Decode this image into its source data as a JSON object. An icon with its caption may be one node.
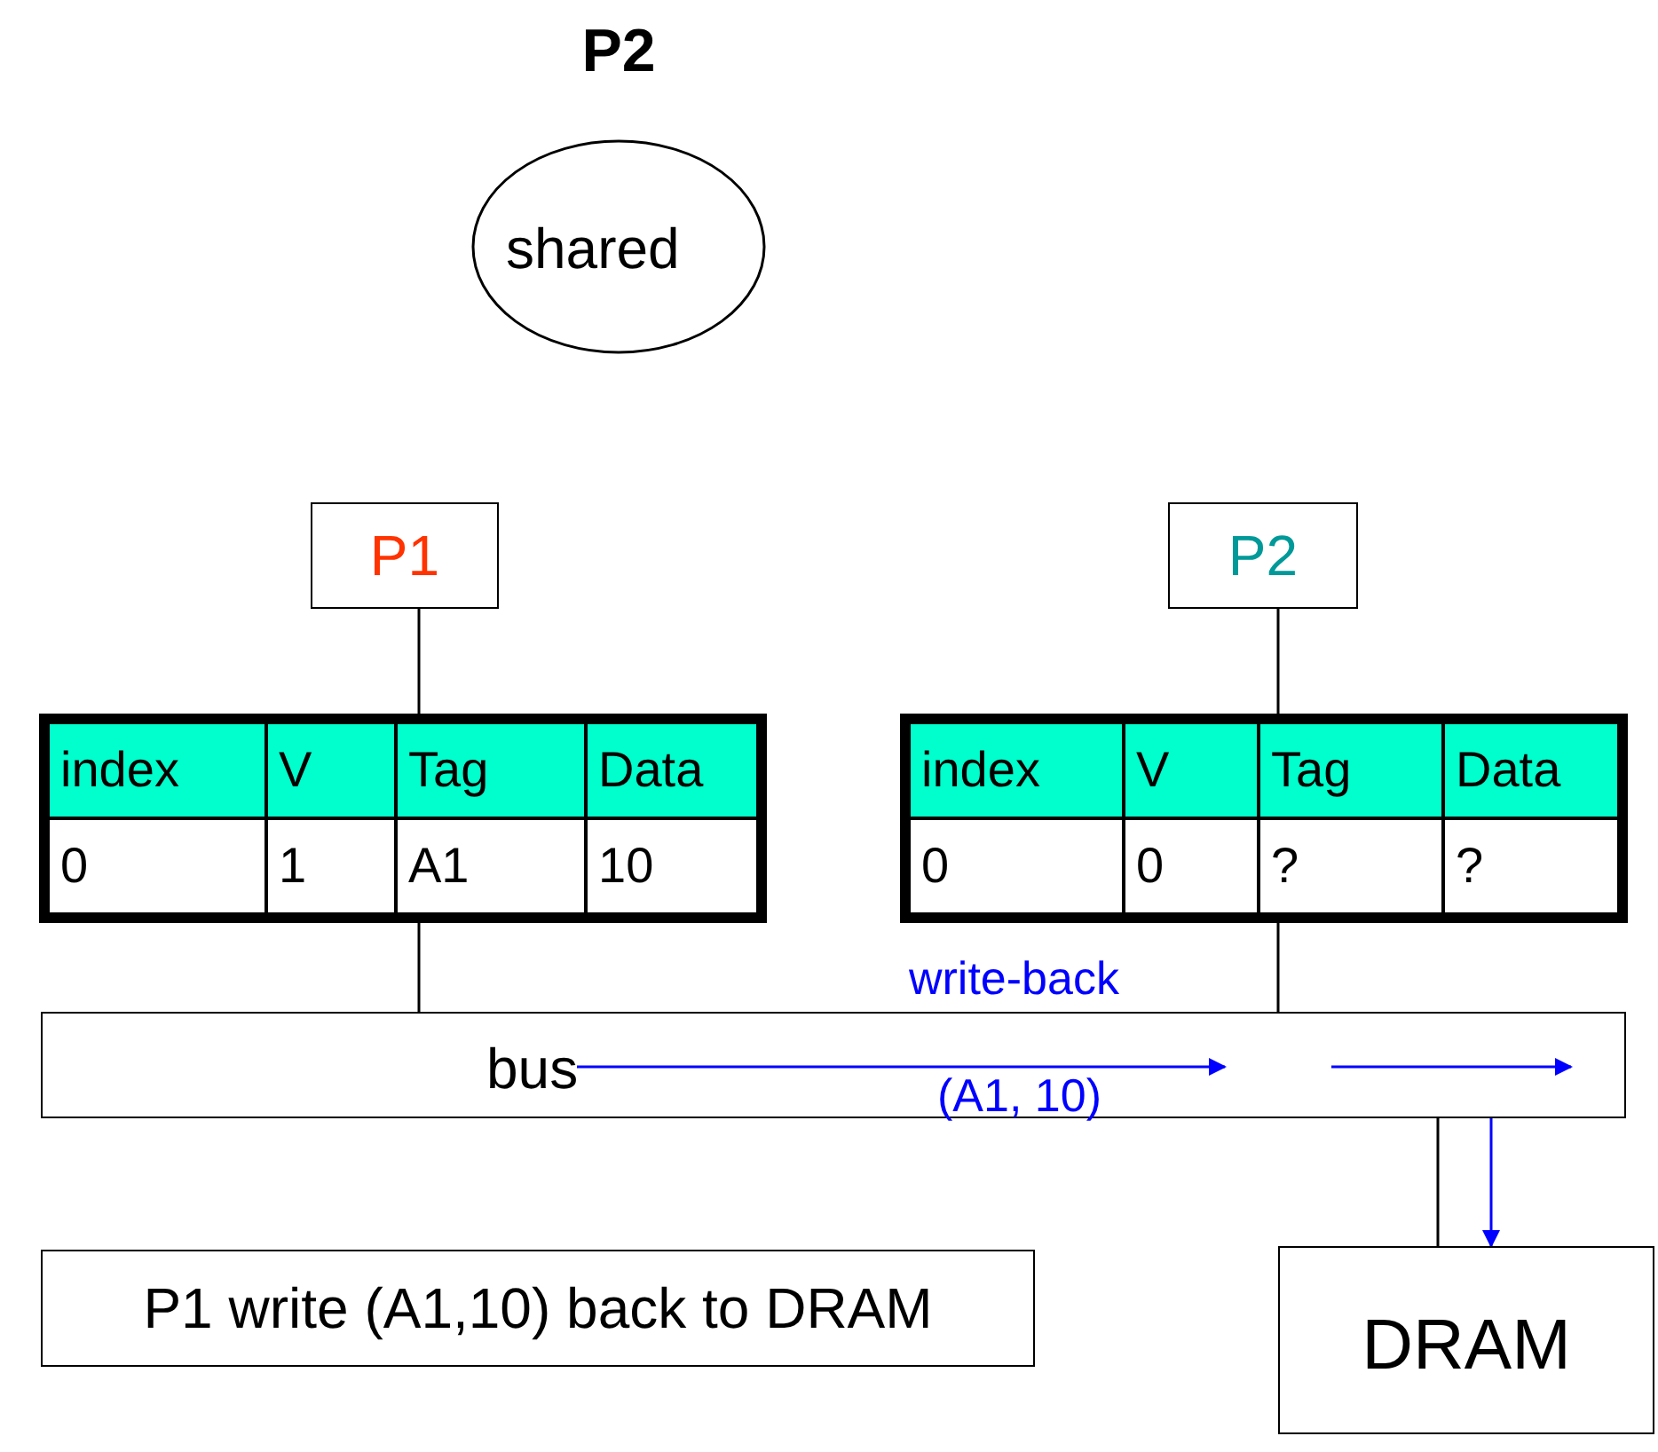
{
  "diagram": {
    "nodes": [
      {
        "text": [
          "P2",
          "shared"
        ]
      },
      {
        "text": [
          "P1"
        ]
      },
      {
        "text": [
          "P2"
        ]
      },
      {
        "text": [
          "index",
          "V",
          "Tag",
          "Data",
          "0",
          "1",
          "A1",
          "10"
        ]
      },
      {
        "text": [
          "index",
          "V",
          "Tag",
          "Data",
          "0",
          "0",
          "?",
          "?"
        ]
      },
      {
        "text": [
          "bus"
        ]
      },
      {
        "text": [
          "DRAM"
        ]
      },
      {
        "text": [
          "P1 write (A1,10) back to DRAM"
        ]
      }
    ],
    "edges": [
      {
        "from": 1,
        "to": 3,
        "arrow": "none"
      },
      {
        "from": 2,
        "to": 4,
        "arrow": "none"
      },
      {
        "from": 3,
        "to": 5,
        "arrow": "none"
      },
      {
        "from": 4,
        "to": 5,
        "arrow": "none"
      },
      {
        "from": 5,
        "to": 6,
        "arrow": "none"
      },
      {
        "from": 5,
        "to": 6,
        "arrow": "to",
        "color": "#0000ff"
      }
    ],
    "labels": [
      "write-back",
      "(A1, 10)"
    ]
  }
}
